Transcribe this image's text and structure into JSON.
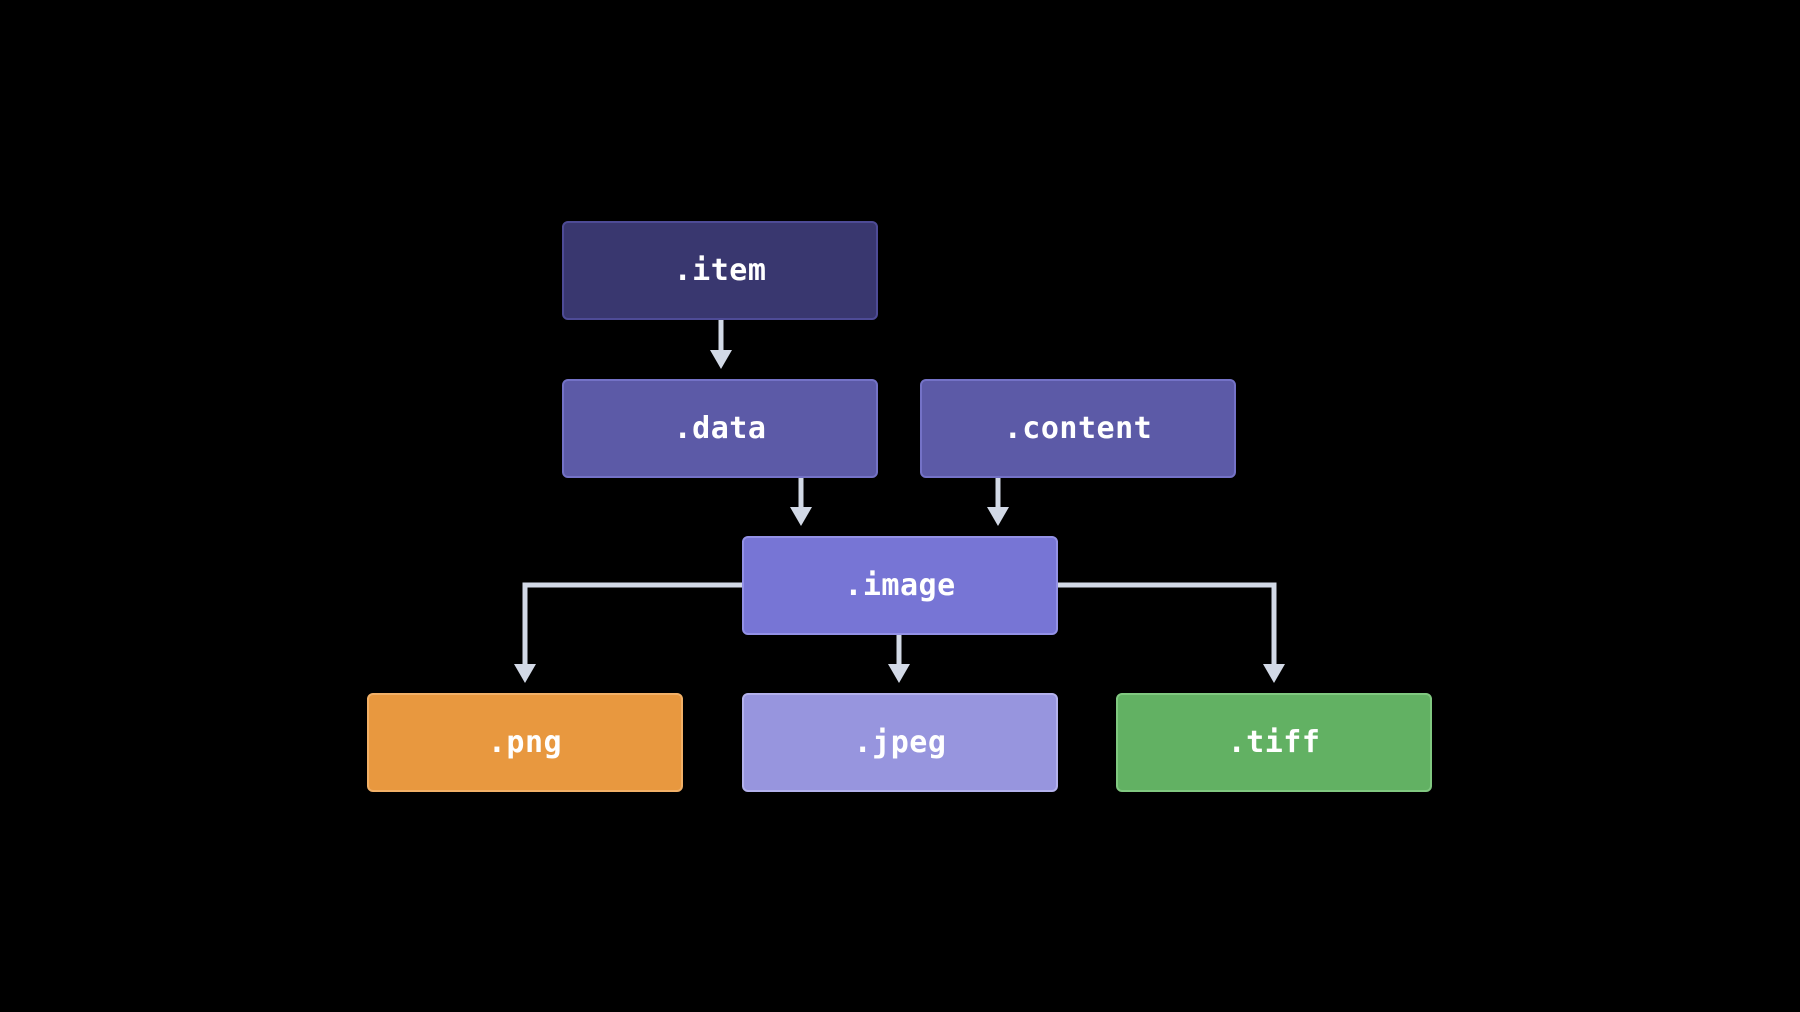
{
  "nodes": {
    "item": {
      "label": ".item",
      "fill": "#39376f",
      "border": "#4e4b96"
    },
    "data": {
      "label": ".data",
      "fill": "#5c5aa7",
      "border": "#7472c7"
    },
    "content": {
      "label": ".content",
      "fill": "#5c5aa7",
      "border": "#7472c7"
    },
    "image": {
      "label": ".image",
      "fill": "#7775d5",
      "border": "#9391e6"
    },
    "png": {
      "label": ".png",
      "fill": "#e8983f",
      "border": "#f2b067"
    },
    "jpeg": {
      "label": ".jpeg",
      "fill": "#9795de",
      "border": "#b3b1ec"
    },
    "tiff": {
      "label": ".tiff",
      "fill": "#62b163",
      "border": "#80c880"
    }
  },
  "edges": [
    {
      "from": "item",
      "to": "data"
    },
    {
      "from": "data",
      "to": "image"
    },
    {
      "from": "content",
      "to": "image"
    },
    {
      "from": "image",
      "to": "png"
    },
    {
      "from": "image",
      "to": "jpeg"
    },
    {
      "from": "image",
      "to": "tiff"
    }
  ],
  "connector_color": "#d2d9e6"
}
